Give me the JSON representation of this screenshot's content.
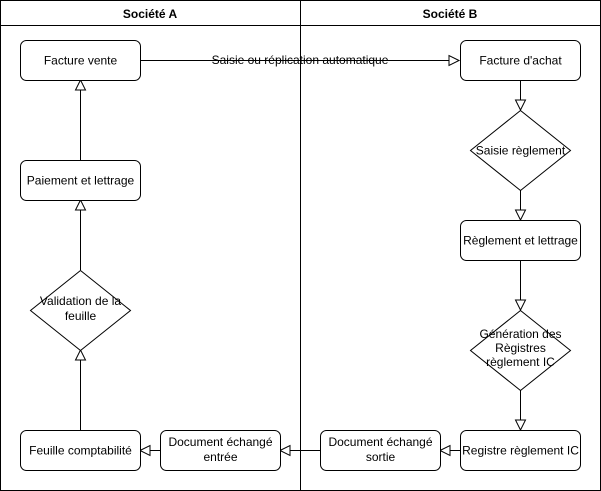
{
  "lanes": {
    "a": {
      "title": "Société A"
    },
    "b": {
      "title": "Société B"
    }
  },
  "nodes": {
    "facture_vente": {
      "label": "Facture vente"
    },
    "paiement_lettrage": {
      "label": "Paiement et lettrage"
    },
    "validation_feuille": {
      "lines": [
        "Validation de la",
        "feuille"
      ]
    },
    "feuille_comptabilite": {
      "label": "Feuille comptabilité"
    },
    "doc_echange_entree": {
      "lines": [
        "Document échangé",
        "entrée"
      ]
    },
    "facture_achat": {
      "label": "Facture d'achat"
    },
    "saisie_reglement": {
      "label": "Saisie règlement"
    },
    "reglement_lettrage": {
      "label": "Règlement et lettrage"
    },
    "generation_registres": {
      "lines": [
        "Génération des",
        "Règistres",
        "règlement IC"
      ]
    },
    "registre_reglement": {
      "label": "Registre règlement IC"
    },
    "doc_echange_sortie": {
      "lines": [
        "Document échangé",
        "sortie"
      ]
    }
  },
  "edges": {
    "replication": {
      "label": "Saisie ou réplication automatique"
    }
  },
  "colors": {
    "stroke": "#000000",
    "fill": "#ffffff"
  }
}
